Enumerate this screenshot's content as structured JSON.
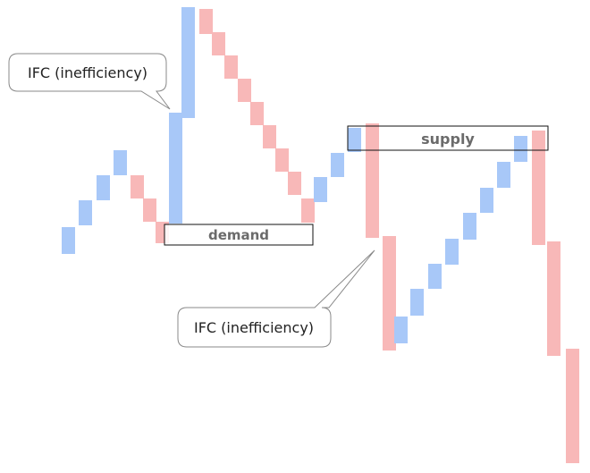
{
  "colors": {
    "up_brick": "#a8c8f8",
    "down_brick": "#f8b8b8",
    "zone_border": "#111111",
    "zone_text": "#6b6b6b",
    "callout_border": "#888888",
    "callout_text": "#222222"
  },
  "zones": {
    "demand": {
      "label": "demand"
    },
    "supply": {
      "label": "supply"
    }
  },
  "callouts": {
    "ifc_left": {
      "text": "IFC (inefficiency)"
    },
    "ifc_right": {
      "text": "IFC (inefficiency)"
    }
  }
}
